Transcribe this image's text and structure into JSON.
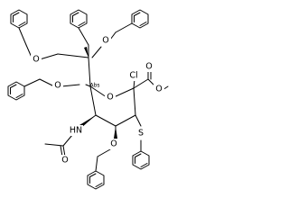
{
  "molecule": {
    "atoms": {
      "o_top_right": "O",
      "o_top_left": "O",
      "o_mid_left": "O",
      "o_ring": "O",
      "cl": "Cl",
      "o_ester_carbonyl": "O",
      "o_ester": "O",
      "nh": "HN",
      "o_acetyl": "O",
      "s": "S",
      "o_bottom": "O"
    },
    "stereo_marks": {
      "abs": "Abs"
    }
  }
}
